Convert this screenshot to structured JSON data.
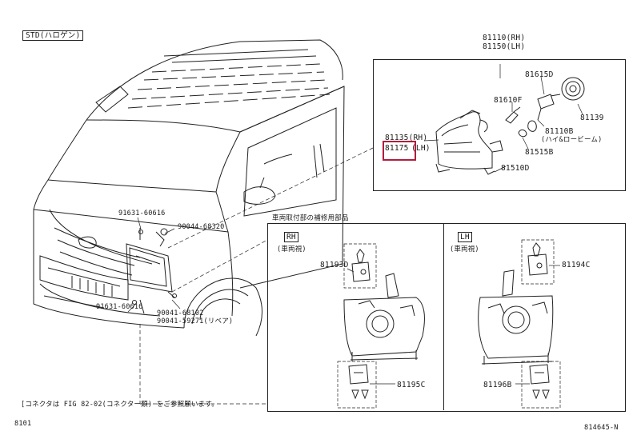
{
  "header": {
    "variant_label": "STD(ハロゲン)"
  },
  "main_assembly": {
    "part_numbers": [
      "81110(RH)",
      "81150(LH)"
    ],
    "components": [
      {
        "code": "81615D"
      },
      {
        "code": "81610F"
      },
      {
        "code": "81139"
      },
      {
        "code": "81110B",
        "note": "(ハイ&ロービーム)"
      },
      {
        "code": "81135(RH)"
      },
      {
        "code": "81175",
        "suffix": "(LH)",
        "highlighted": true
      },
      {
        "code": "81515B"
      },
      {
        "code": "81510D"
      }
    ]
  },
  "vehicle_callouts": [
    {
      "code": "91631-60616"
    },
    {
      "code": "90044-68320"
    },
    {
      "code": "91631-60616"
    },
    {
      "code": "90041-68102"
    },
    {
      "code": "90041-59271(リベア)"
    }
  ],
  "sub_panel": {
    "title": "車両取付部の補修用部品",
    "rh": {
      "side": "RH",
      "view": "(車両視)",
      "upper_part": "81193D",
      "lower_part": "81195C"
    },
    "lh": {
      "side": "LH",
      "view": "(車両視)",
      "upper_part": "81194C",
      "lower_part": "81196B"
    }
  },
  "footer": {
    "note": "[コネクタは FIG 82-02(コネクター類) をご参照願います。",
    "page_code": "8101",
    "figure_id": "814645-N"
  },
  "colors": {
    "line": "#222222",
    "highlight": "#b21d3e"
  }
}
